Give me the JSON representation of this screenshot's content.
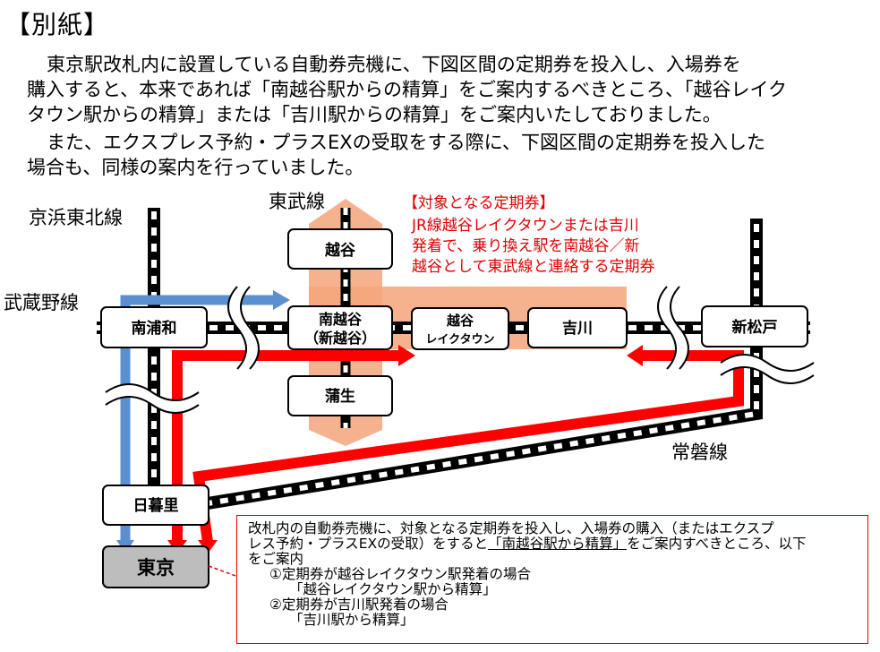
{
  "heading": "【別紙】",
  "paragraph1": {
    "line1": "東京駅改札内に設置している自動券売機に、下図区間の定期券を投入し、入場券を",
    "line2": "購入すると、本来であれば「南越谷駅からの精算」をご案内するべきところ、「越谷レイク",
    "line3": "タウン駅からの精算」または「吉川駅からの精算」をご案内いたしておりました。"
  },
  "paragraph2": {
    "line1": "また、エクスプレス予約・プラスEXの受取をする際に、下図区間の定期券を投入した",
    "line2": "場合も、同様の案内を行っていました。"
  },
  "lines": {
    "tobu": "東武線",
    "keihin_tohoku": "京浜東北線",
    "musashino": "武蔵野線",
    "joban": "常磐線"
  },
  "stations": {
    "koshigaya": "越谷",
    "minami_urawa": "南浦和",
    "minami_koshigaya_1": "南越谷",
    "minami_koshigaya_2": "（新越谷）",
    "laketown_1": "越谷",
    "laketown_2": "レイクタウン",
    "yoshikawa": "吉川",
    "shin_matsudo": "新松戸",
    "gamo": "蒲生",
    "nippori": "日暮里",
    "tokyo": "東京"
  },
  "target_pass": {
    "title": "【対象となる定期券】",
    "line1": "JR線越谷レイクタウンまたは吉川",
    "line2": "発着で、乗り換え駅を南越谷／新",
    "line3": "越谷として東武線と連絡する定期券"
  },
  "note": {
    "line1": "改札内の自動券売機に、対象となる定期券を投入し、入場券の購入（またはエクスプ",
    "line2_a": "レス予約・プラスEXの受取）をすると",
    "line2_b": "「南越谷駅から精算」",
    "line2_c": "をご案内すべきところ、以下",
    "line3": "をご案内",
    "case1": "①定期券が越谷レイクタウン駅発着の場合",
    "case1_msg": "「越谷レイクタウン駅から精算」",
    "case2": "②定期券が吉川駅発着の場合",
    "case2_msg": "「吉川駅から精算」"
  },
  "colors": {
    "red": "#ff0000",
    "red_text": "#e00000",
    "blue": "#5b8fd0",
    "orange": "#f5a57a",
    "track": "#000000",
    "tokyo_fill": "#bdbdbd"
  }
}
